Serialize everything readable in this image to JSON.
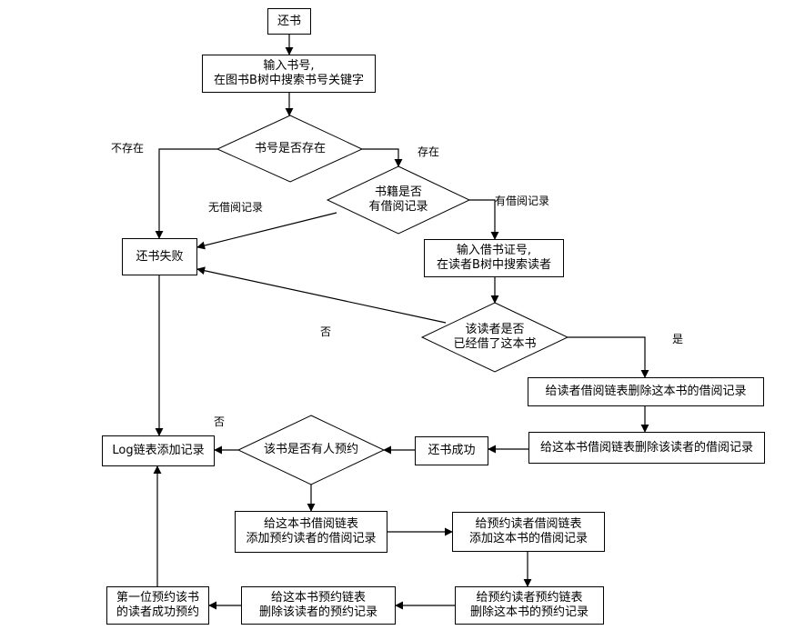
{
  "nodes": {
    "start": [
      "还书"
    ],
    "input_book": [
      "输入书号,",
      "在图书B树中搜索书号关键字"
    ],
    "book_exists": [
      "书号是否存在"
    ],
    "has_record": [
      "书籍是否",
      "有借阅记录"
    ],
    "fail": [
      "还书失败"
    ],
    "input_card": [
      "输入借书证号,",
      "在读者B树中搜索读者"
    ],
    "reader_borrowed": [
      "该读者是否",
      "已经借了这本书"
    ],
    "del_reader_record": [
      "给读者借阅链表删除这本书的借阅记录"
    ],
    "del_book_record": [
      "给这本书借阅链表删除该读者的借阅记录"
    ],
    "success": [
      "还书成功"
    ],
    "reserved": [
      "该书是否有人预约"
    ],
    "log": [
      "Log链表添加记录"
    ],
    "add_book_borrow": [
      "给这本书借阅链表",
      "添加预约读者的借阅记录"
    ],
    "add_reader_borrow": [
      "给预约读者借阅链表",
      "添加这本书的借阅记录"
    ],
    "del_reader_reserve": [
      "给预约读者预约链表",
      "删除这本书的预约记录"
    ],
    "del_book_reserve": [
      "给这本书预约链表",
      "删除该读者的预约记录"
    ],
    "first_reserve": [
      "第一位预约该书",
      "的读者成功预约"
    ]
  },
  "edge_labels": {
    "not_exist": "不存在",
    "exist": "存在",
    "no_record": "无借阅记录",
    "has_record": "有借阅记录",
    "no_1": "否",
    "yes": "是",
    "no_2": "否"
  }
}
